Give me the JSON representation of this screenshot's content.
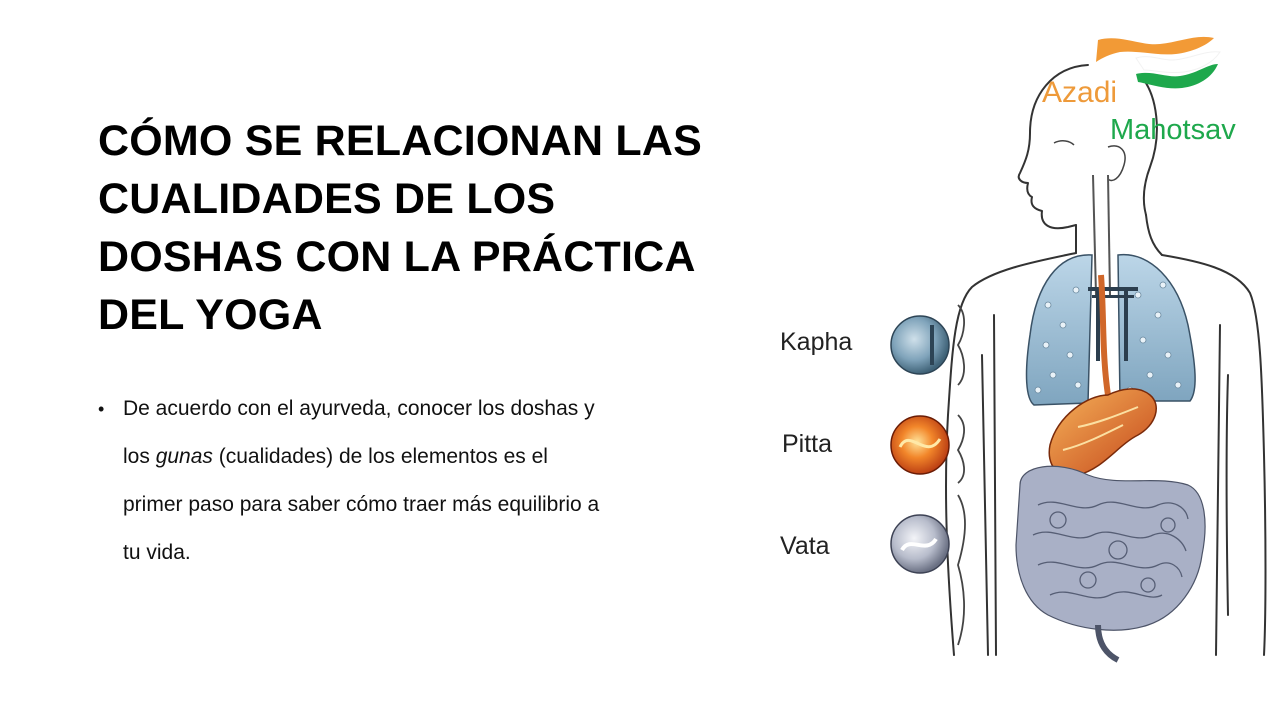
{
  "slide": {
    "title_lines": [
      "CÓMO SE RELACIONAN LAS",
      "CUALIDADES DE LOS",
      "DOSHAS CON LA PRÁCTICA",
      "DEL YOGA"
    ],
    "bullet": {
      "symbol": "•",
      "line1": "De acuerdo con el ayurveda, conocer los doshas y",
      "line2_pre": "los ",
      "line2_italic": "gunas",
      "line2_post": " (cualidades) de los elementos es el",
      "line3": "primer paso para saber cómo traer más equilibrio a",
      "line4": "tu vida."
    }
  },
  "figure": {
    "labels": {
      "kapha": "Kapha",
      "pitta": "Pitta",
      "vata": "Vata"
    }
  },
  "logo": {
    "word1": "Azadi",
    "word2": "Mahotsav"
  }
}
